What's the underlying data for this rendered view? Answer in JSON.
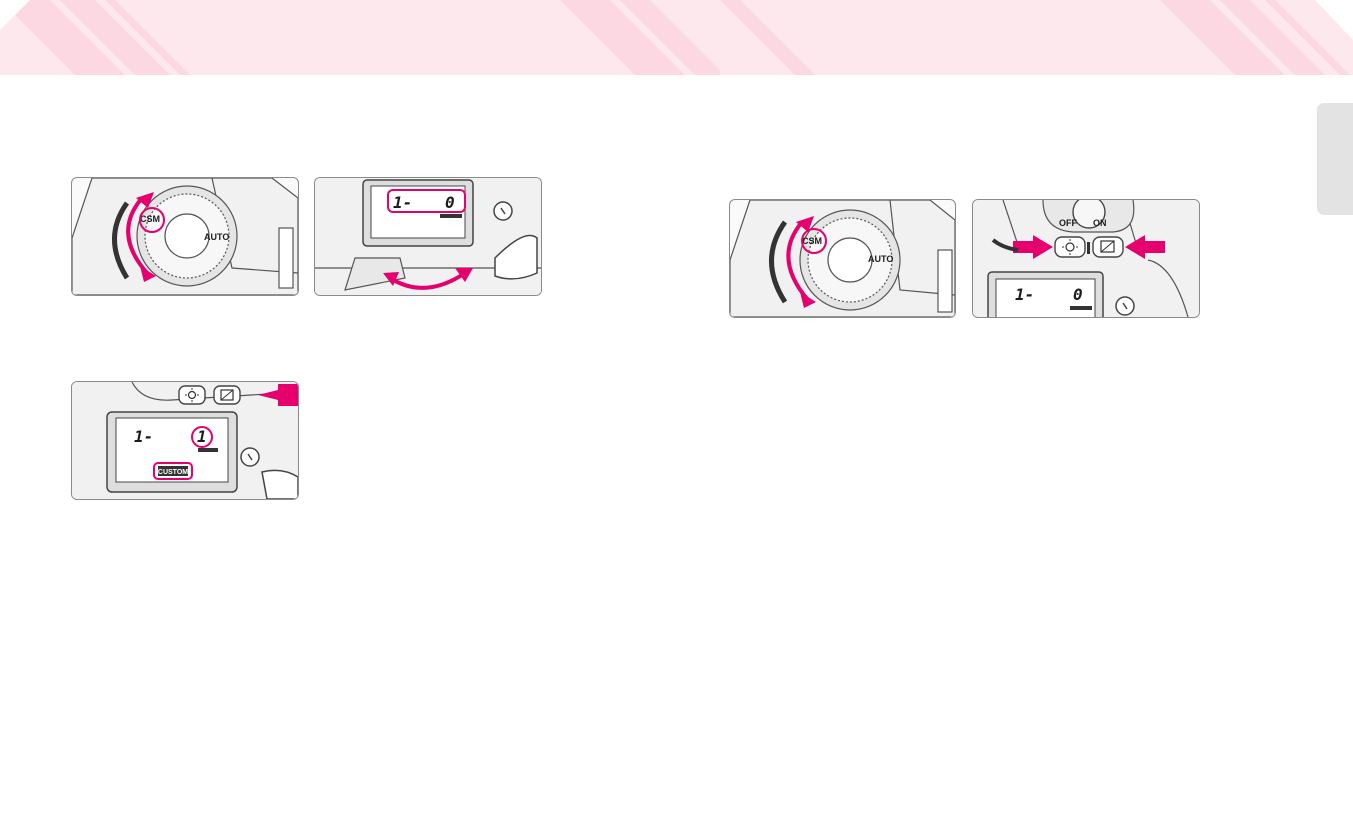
{
  "colors": {
    "accent": "#e6006e",
    "header_pink": "#fde8ee",
    "header_stripe": "#fbd8e2",
    "side_tab": "#e3e3e3"
  },
  "illustrations": {
    "fig_dial_left": {
      "mode_labels": [
        "CSM",
        "AUTO"
      ]
    },
    "fig_lcd_top": {
      "lcd_left": "1-",
      "lcd_right": "0"
    },
    "fig_buttons_left": {
      "lcd_left": "1-",
      "lcd_right": "1",
      "badge": "CUSTOM"
    },
    "fig_dial_right": {
      "mode_labels": [
        "CSM",
        "AUTO"
      ]
    },
    "fig_buttons_right": {
      "switch_off": "OFF",
      "switch_on": "ON",
      "lcd_left": "1-",
      "lcd_right": "0"
    }
  }
}
